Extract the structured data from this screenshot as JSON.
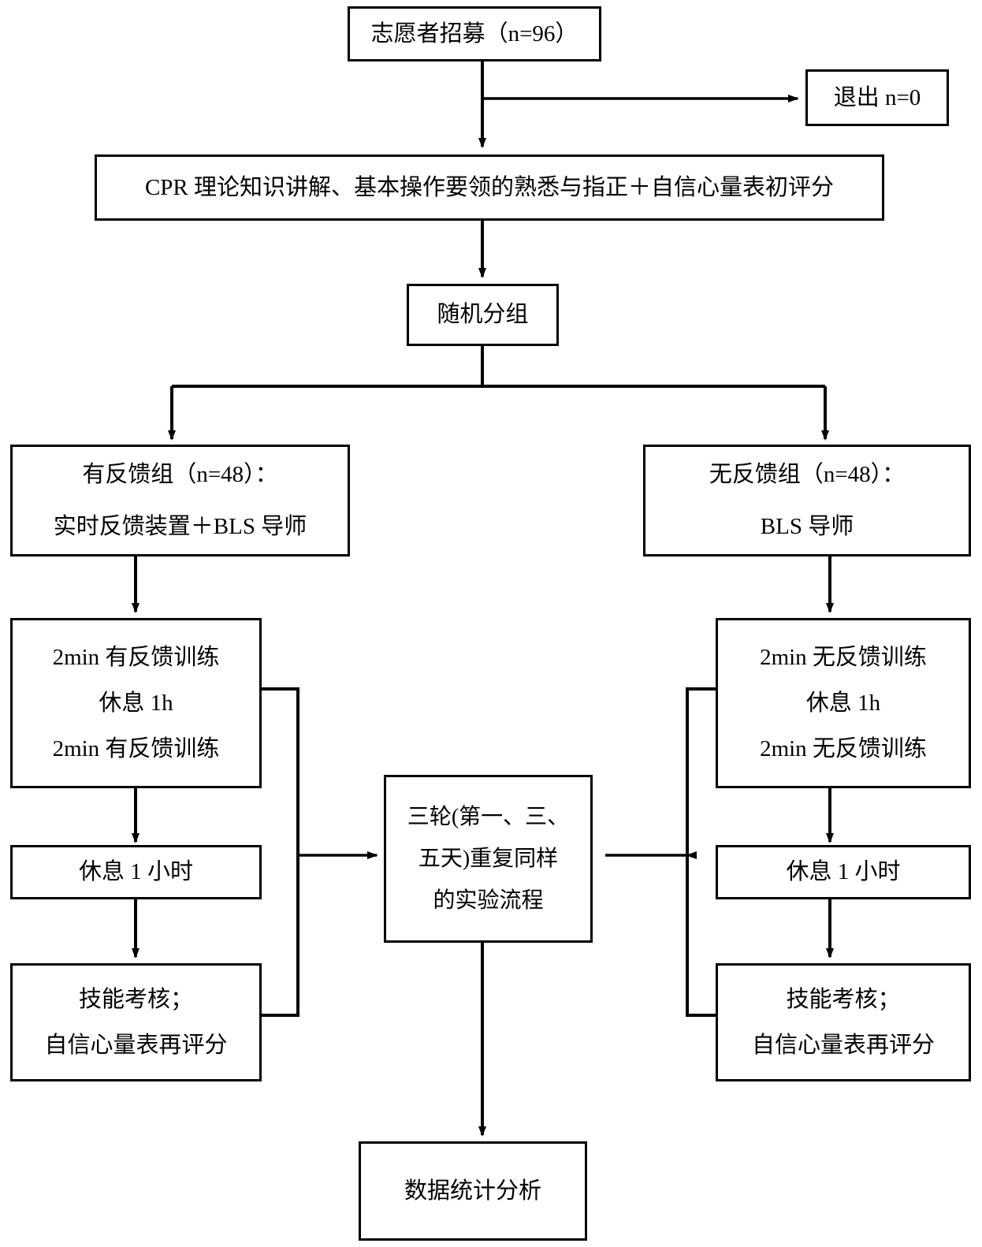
{
  "chart_data": {
    "type": "diagram",
    "title": "CPR 训练随机对照试验流程图",
    "nodes": [
      {
        "id": "recruit",
        "label": "志愿者招募（n=96）"
      },
      {
        "id": "dropout",
        "label": "退出 n=0"
      },
      {
        "id": "theory",
        "label": "CPR 理论知识讲解、基本操作要领的熟悉与指正＋自信心量表初评分"
      },
      {
        "id": "randomize",
        "label": "随机分组"
      },
      {
        "id": "group-feedback",
        "lines": [
          "有反馈组（n=48）：",
          "实时反馈装置＋BLS 导师"
        ]
      },
      {
        "id": "group-nofeedback",
        "lines": [
          "无反馈组（n=48）：",
          "BLS 导师"
        ]
      },
      {
        "id": "training-feedback",
        "lines": [
          "2min 有反馈训练",
          "休息 1h",
          "2min 有反馈训练"
        ]
      },
      {
        "id": "training-nofeedback",
        "lines": [
          "2min 无反馈训练",
          "休息 1h",
          "2min 无反馈训练"
        ]
      },
      {
        "id": "rest-left",
        "label": "休息 1 小时"
      },
      {
        "id": "rest-right",
        "label": "休息 1 小时"
      },
      {
        "id": "assess-left",
        "lines": [
          "技能考核；",
          "自信心量表再评分"
        ]
      },
      {
        "id": "assess-right",
        "lines": [
          "技能考核；",
          "自信心量表再评分"
        ]
      },
      {
        "id": "repeat",
        "lines": [
          "三轮(第一、三、",
          "五天)重复同样",
          "的实验流程"
        ]
      },
      {
        "id": "analysis",
        "label": "数据统计分析"
      }
    ],
    "edges": [
      {
        "from": "recruit",
        "to": "dropout",
        "style": "elbow-right"
      },
      {
        "from": "recruit",
        "to": "theory",
        "style": "straight-down"
      },
      {
        "from": "theory",
        "to": "randomize",
        "style": "straight-down"
      },
      {
        "from": "randomize",
        "to": "group-feedback",
        "style": "split-left"
      },
      {
        "from": "randomize",
        "to": "group-nofeedback",
        "style": "split-right"
      },
      {
        "from": "group-feedback",
        "to": "training-feedback",
        "style": "straight-down"
      },
      {
        "from": "group-nofeedback",
        "to": "training-nofeedback",
        "style": "straight-down"
      },
      {
        "from": "training-feedback",
        "to": "rest-left",
        "style": "straight-down"
      },
      {
        "from": "training-nofeedback",
        "to": "rest-right",
        "style": "straight-down"
      },
      {
        "from": "rest-left",
        "to": "assess-left",
        "style": "straight-down"
      },
      {
        "from": "rest-right",
        "to": "assess-right",
        "style": "straight-down"
      },
      {
        "from": "left-block",
        "to": "repeat",
        "style": "bracket-right"
      },
      {
        "from": "right-block",
        "to": "repeat",
        "style": "bracket-left"
      },
      {
        "from": "repeat",
        "to": "analysis",
        "style": "straight-down"
      }
    ],
    "colors": {
      "stroke": "#000000",
      "fill": "#ffffff",
      "text": "#000000"
    }
  },
  "diagram": {
    "recruit": {
      "label": "志愿者招募（n=96）"
    },
    "dropout": {
      "label": "退出 n=0"
    },
    "theory": {
      "label": "CPR 理论知识讲解、基本操作要领的熟悉与指正＋自信心量表初评分"
    },
    "randomize": {
      "label": "随机分组"
    },
    "group_feedback": {
      "line1": "有反馈组（n=48）：",
      "line2": "实时反馈装置＋BLS 导师"
    },
    "group_nofeedback": {
      "line1": "无反馈组（n=48）：",
      "line2": "BLS 导师"
    },
    "training_feedback": {
      "line1": "2min 有反馈训练",
      "line2": "休息 1h",
      "line3": "2min 有反馈训练"
    },
    "training_nofeedback": {
      "line1": "2min 无反馈训练",
      "line2": "休息 1h",
      "line3": "2min 无反馈训练"
    },
    "rest_left": {
      "label": "休息 1 小时"
    },
    "rest_right": {
      "label": "休息 1 小时"
    },
    "assess_left": {
      "line1": "技能考核；",
      "line2": "自信心量表再评分"
    },
    "assess_right": {
      "line1": "技能考核；",
      "line2": "自信心量表再评分"
    },
    "repeat": {
      "line1": "三轮(第一、三、",
      "line2": "五天)重复同样",
      "line3": "的实验流程"
    },
    "analysis": {
      "label": "数据统计分析"
    }
  }
}
